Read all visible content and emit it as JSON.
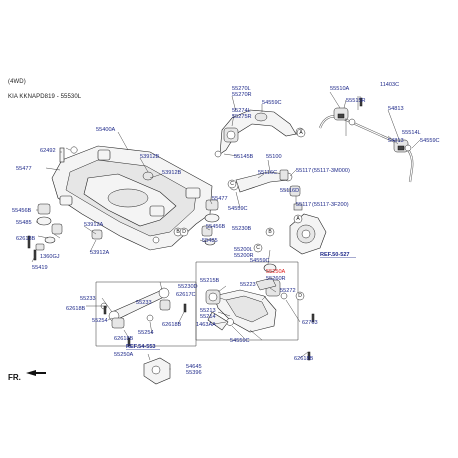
{
  "header": {
    "drive": "(4WD)",
    "model": "KIA KKNAPD819 - 55530L"
  },
  "footer": {
    "direction": "FR."
  },
  "colors": {
    "label": "#1f2a8a",
    "highlight": "#e02020",
    "line": "#333333"
  },
  "circle_markers": [
    {
      "letter": "A"
    },
    {
      "letter": "A"
    },
    {
      "letter": "B"
    },
    {
      "letter": "B"
    },
    {
      "letter": "C"
    },
    {
      "letter": "C"
    },
    {
      "letter": "D"
    },
    {
      "letter": "D"
    }
  ],
  "part_numbers": [
    {
      "text": "55400A"
    },
    {
      "text": "62492"
    },
    {
      "text": "55477"
    },
    {
      "text": "55456B"
    },
    {
      "text": "55485"
    },
    {
      "text": "62618B"
    },
    {
      "text": "1360GJ"
    },
    {
      "text": "55419"
    },
    {
      "text": "53912B"
    },
    {
      "text": "53912B"
    },
    {
      "text": "53912A"
    },
    {
      "text": "53912A"
    },
    {
      "text": "55477"
    },
    {
      "text": "55456B"
    },
    {
      "text": "55485"
    },
    {
      "text": "55270L"
    },
    {
      "text": "55270R"
    },
    {
      "text": "55274L"
    },
    {
      "text": "55275R"
    },
    {
      "text": "54559C"
    },
    {
      "text": "55145B"
    },
    {
      "text": "55100"
    },
    {
      "text": "55116C"
    },
    {
      "text": "55116D"
    },
    {
      "text": "54559C"
    },
    {
      "text": "55230B"
    },
    {
      "text": "55200L"
    },
    {
      "text": "55200R"
    },
    {
      "text": "54559C"
    },
    {
      "text": "55117"
    },
    {
      "text": "(55117-3M000)"
    },
    {
      "text": "55117"
    },
    {
      "text": "(55117-3F200)"
    },
    {
      "text": "55510A"
    },
    {
      "text": "11403C"
    },
    {
      "text": "55515R"
    },
    {
      "text": "54813"
    },
    {
      "text": "55514L"
    },
    {
      "text": "54813"
    },
    {
      "text": "54559C"
    },
    {
      "text": "55215B"
    },
    {
      "text": "55223"
    },
    {
      "text": "55272"
    },
    {
      "text": "55213"
    },
    {
      "text": "55214"
    },
    {
      "text": "1463AA"
    },
    {
      "text": "62763"
    },
    {
      "text": "54559C"
    },
    {
      "text": "62618B"
    },
    {
      "text": "55233"
    },
    {
      "text": "55230D"
    },
    {
      "text": "62617C"
    },
    {
      "text": "62618B"
    },
    {
      "text": "55254"
    },
    {
      "text": "55233"
    },
    {
      "text": "62618B"
    },
    {
      "text": "55254"
    },
    {
      "text": "62618B"
    },
    {
      "text": "55250A"
    },
    {
      "text": "54645"
    },
    {
      "text": "55396"
    }
  ],
  "highlighted_part": {
    "text": "55250A"
  },
  "highlighted_sub": {
    "text": "55260R"
  },
  "references": [
    {
      "text": "REF.50-527"
    },
    {
      "text": "REF.54-553"
    }
  ]
}
